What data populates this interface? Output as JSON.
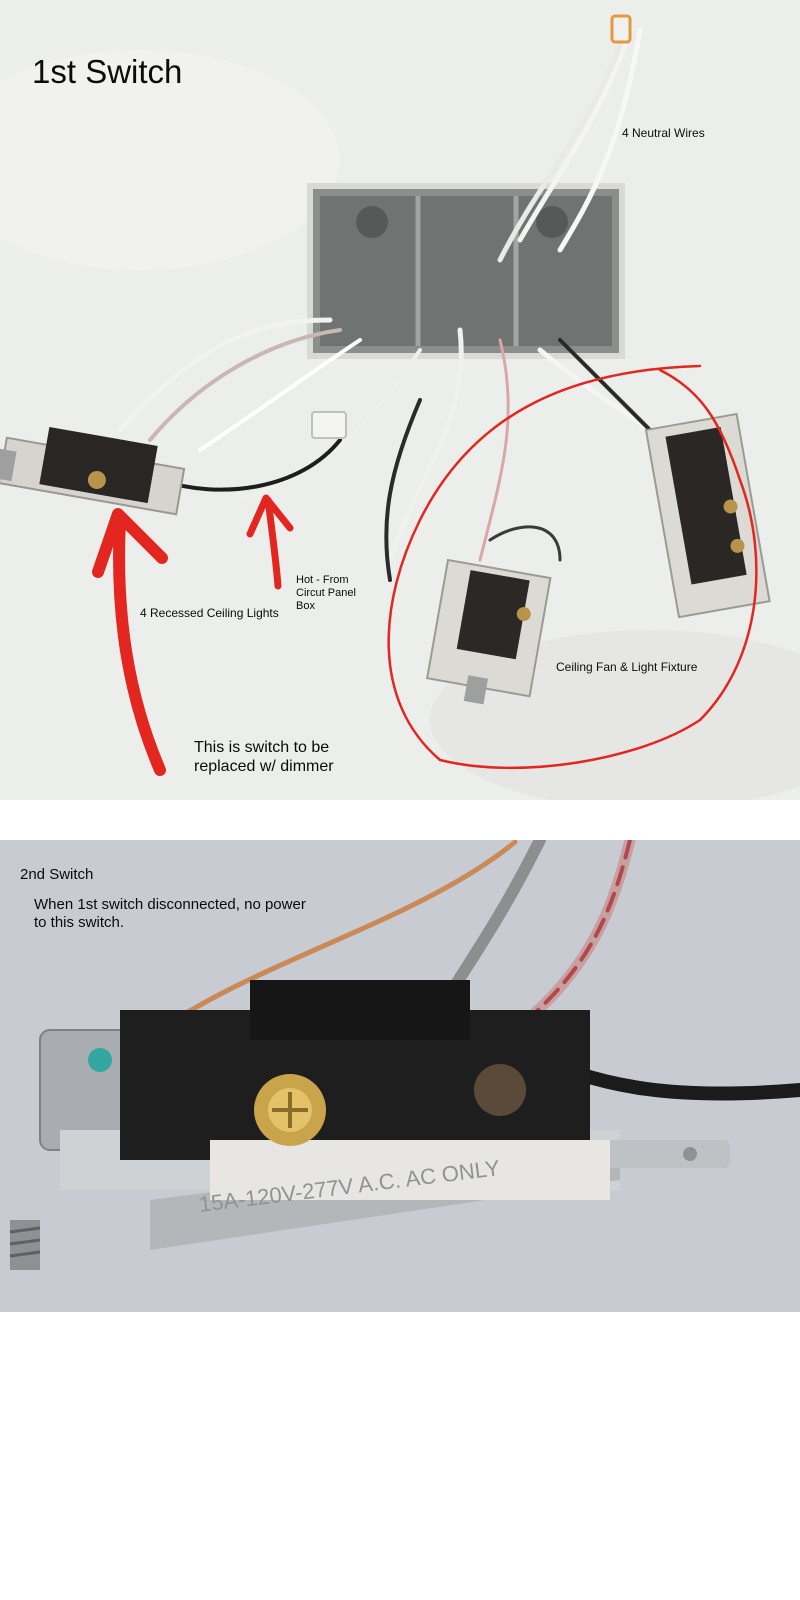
{
  "panel1": {
    "title": "1st Switch",
    "labels": {
      "neutral": "4 Neutral Wires",
      "recessed": "4 Recessed Ceiling Lights",
      "hot": "Hot - From\nCircut Panel\nBox",
      "fan": "Ceiling Fan & Light Fixture",
      "replace": "This is switch to be\nreplaced w/ dimmer"
    },
    "annotation_color": "#e3261f"
  },
  "panel2": {
    "title": "2nd Switch",
    "note": "When 1st switch disconnected, no power\nto this switch.",
    "rating_text": "15A-120V-277V A.C. AC ONLY"
  }
}
